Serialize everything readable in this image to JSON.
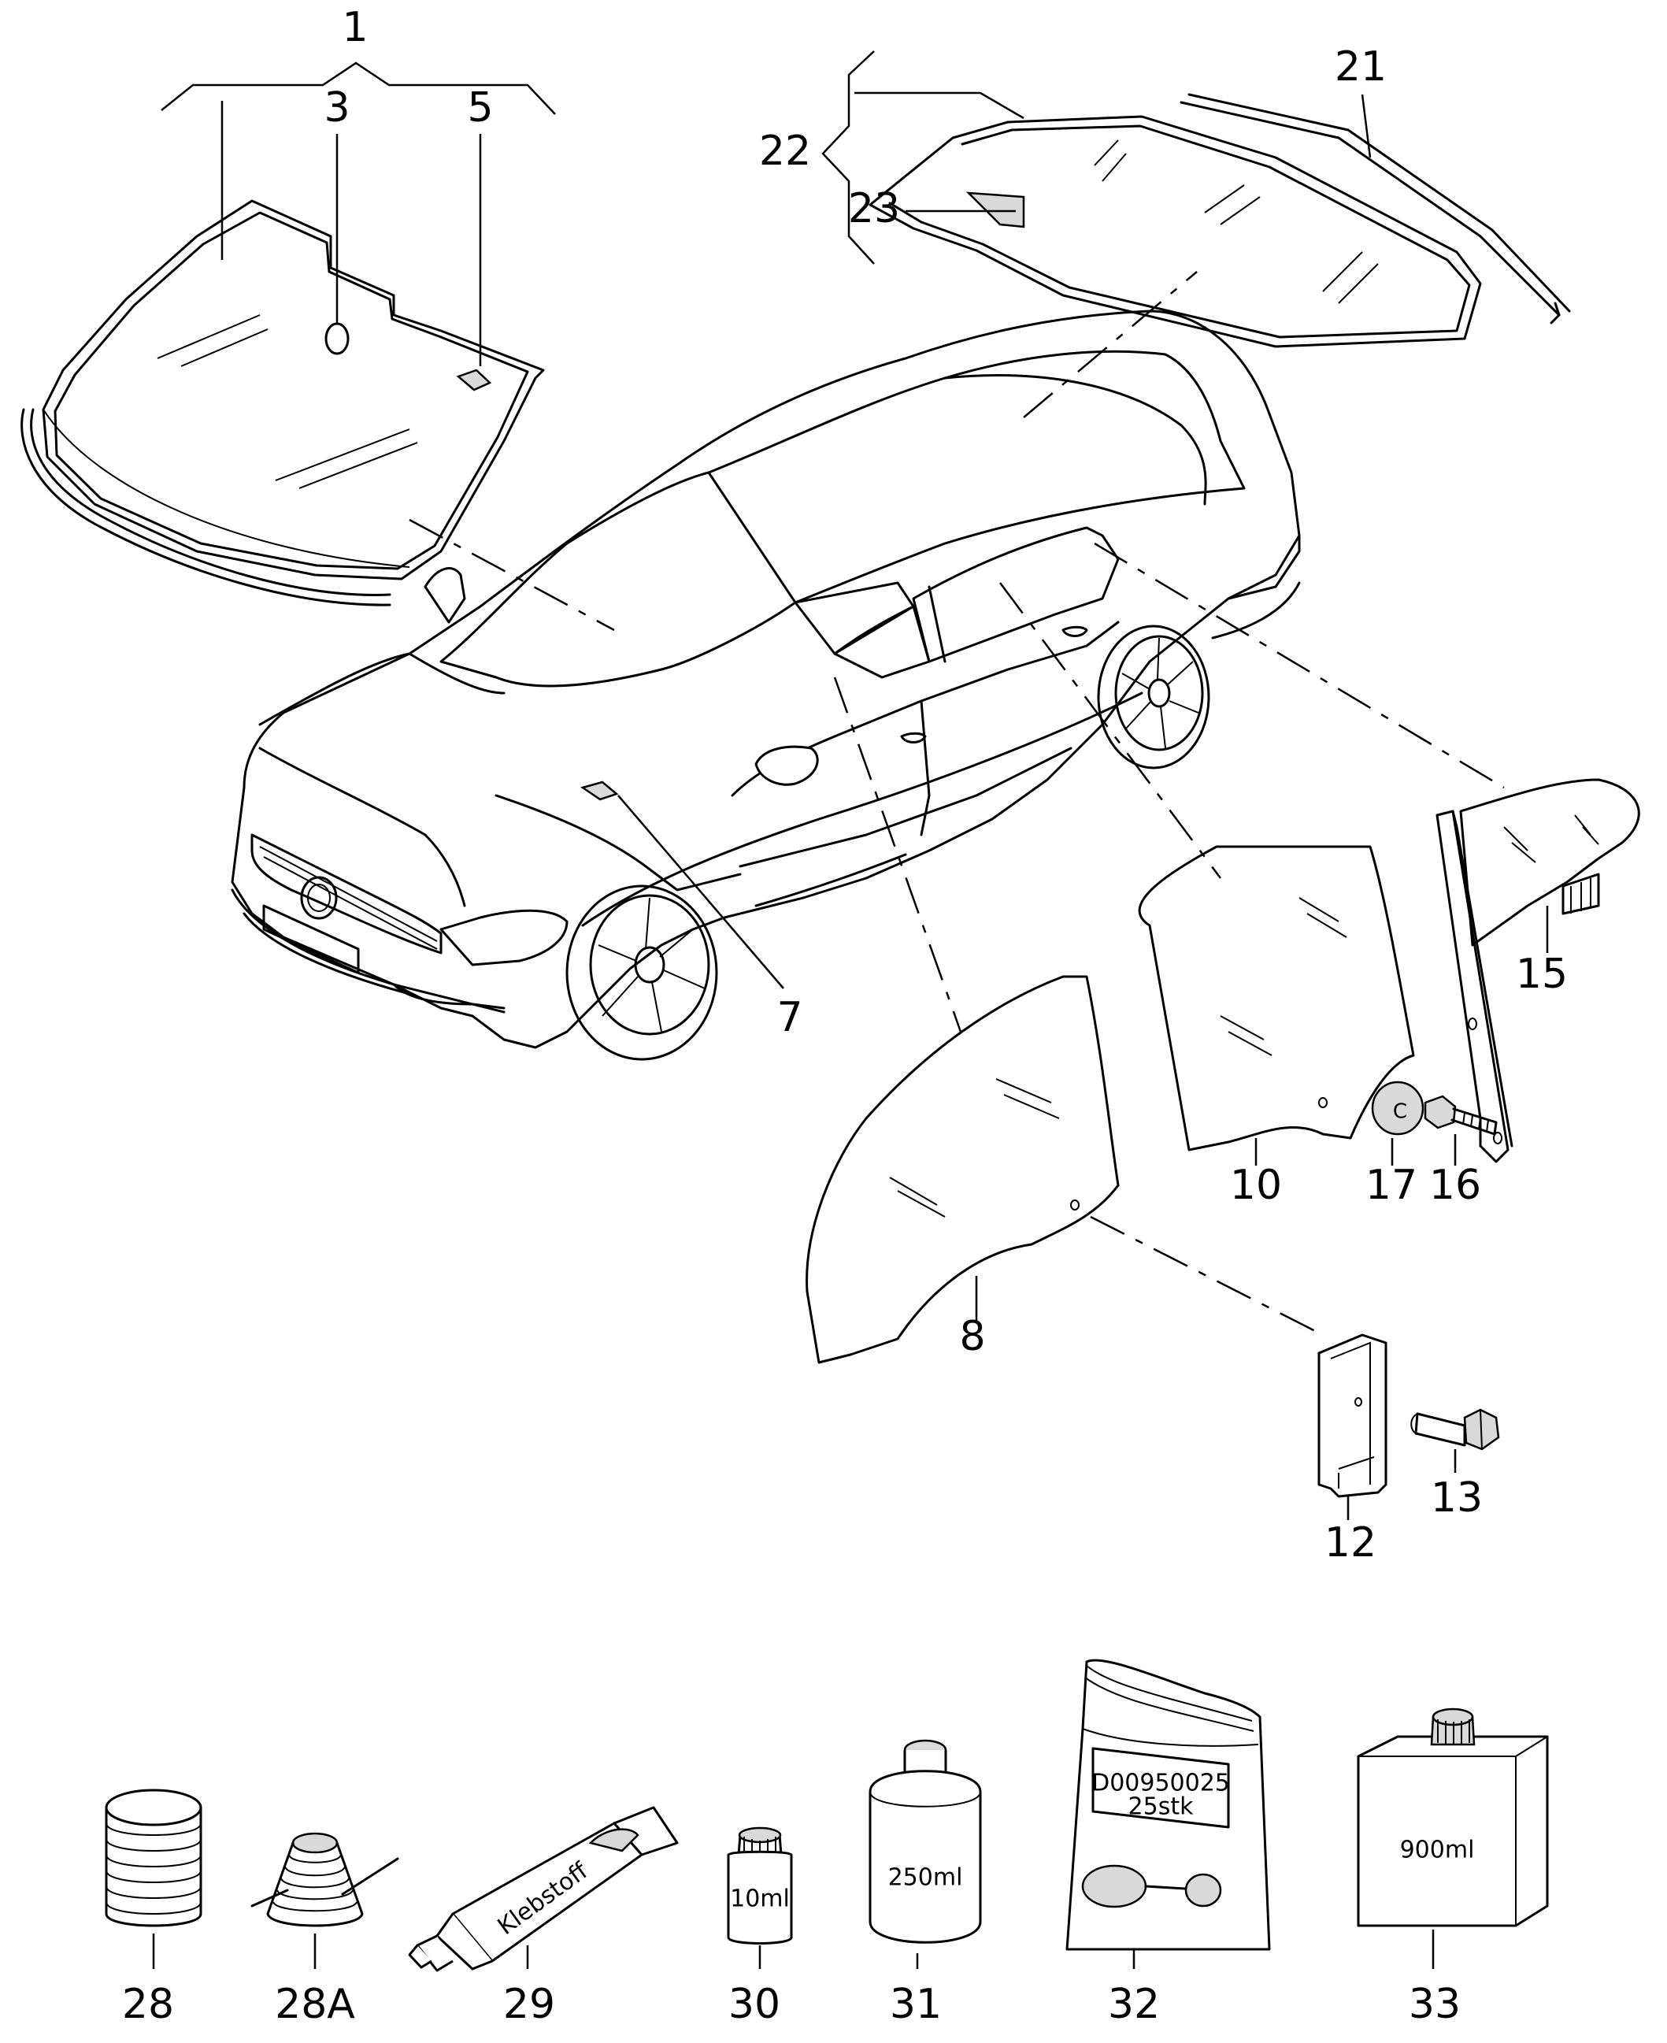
{
  "colors": {
    "ink": "#000000",
    "paper": "#ffffff",
    "shade": "#d9d9d9"
  },
  "callouts": [
    {
      "id": "1",
      "label": "1"
    },
    {
      "id": "3",
      "label": "3"
    },
    {
      "id": "5",
      "label": "5"
    },
    {
      "id": "7",
      "label": "7"
    },
    {
      "id": "8",
      "label": "8"
    },
    {
      "id": "10",
      "label": "10"
    },
    {
      "id": "12",
      "label": "12"
    },
    {
      "id": "13",
      "label": "13"
    },
    {
      "id": "15",
      "label": "15"
    },
    {
      "id": "16",
      "label": "16"
    },
    {
      "id": "17",
      "label": "17"
    },
    {
      "id": "21",
      "label": "21"
    },
    {
      "id": "22",
      "label": "22"
    },
    {
      "id": "23",
      "label": "23"
    },
    {
      "id": "28",
      "label": "28"
    },
    {
      "id": "28A",
      "label": "28A"
    },
    {
      "id": "29",
      "label": "29"
    },
    {
      "id": "30",
      "label": "30"
    },
    {
      "id": "31",
      "label": "31"
    },
    {
      "id": "32",
      "label": "32"
    },
    {
      "id": "33",
      "label": "33"
    }
  ],
  "package_labels": {
    "tube": "Klebstoff",
    "bottle_small": "10ml",
    "can_medium": "250ml",
    "bag_line1": "D00950025",
    "bag_line2": "25stk",
    "container_large": "900ml"
  },
  "icons": {
    "washer": "C"
  }
}
